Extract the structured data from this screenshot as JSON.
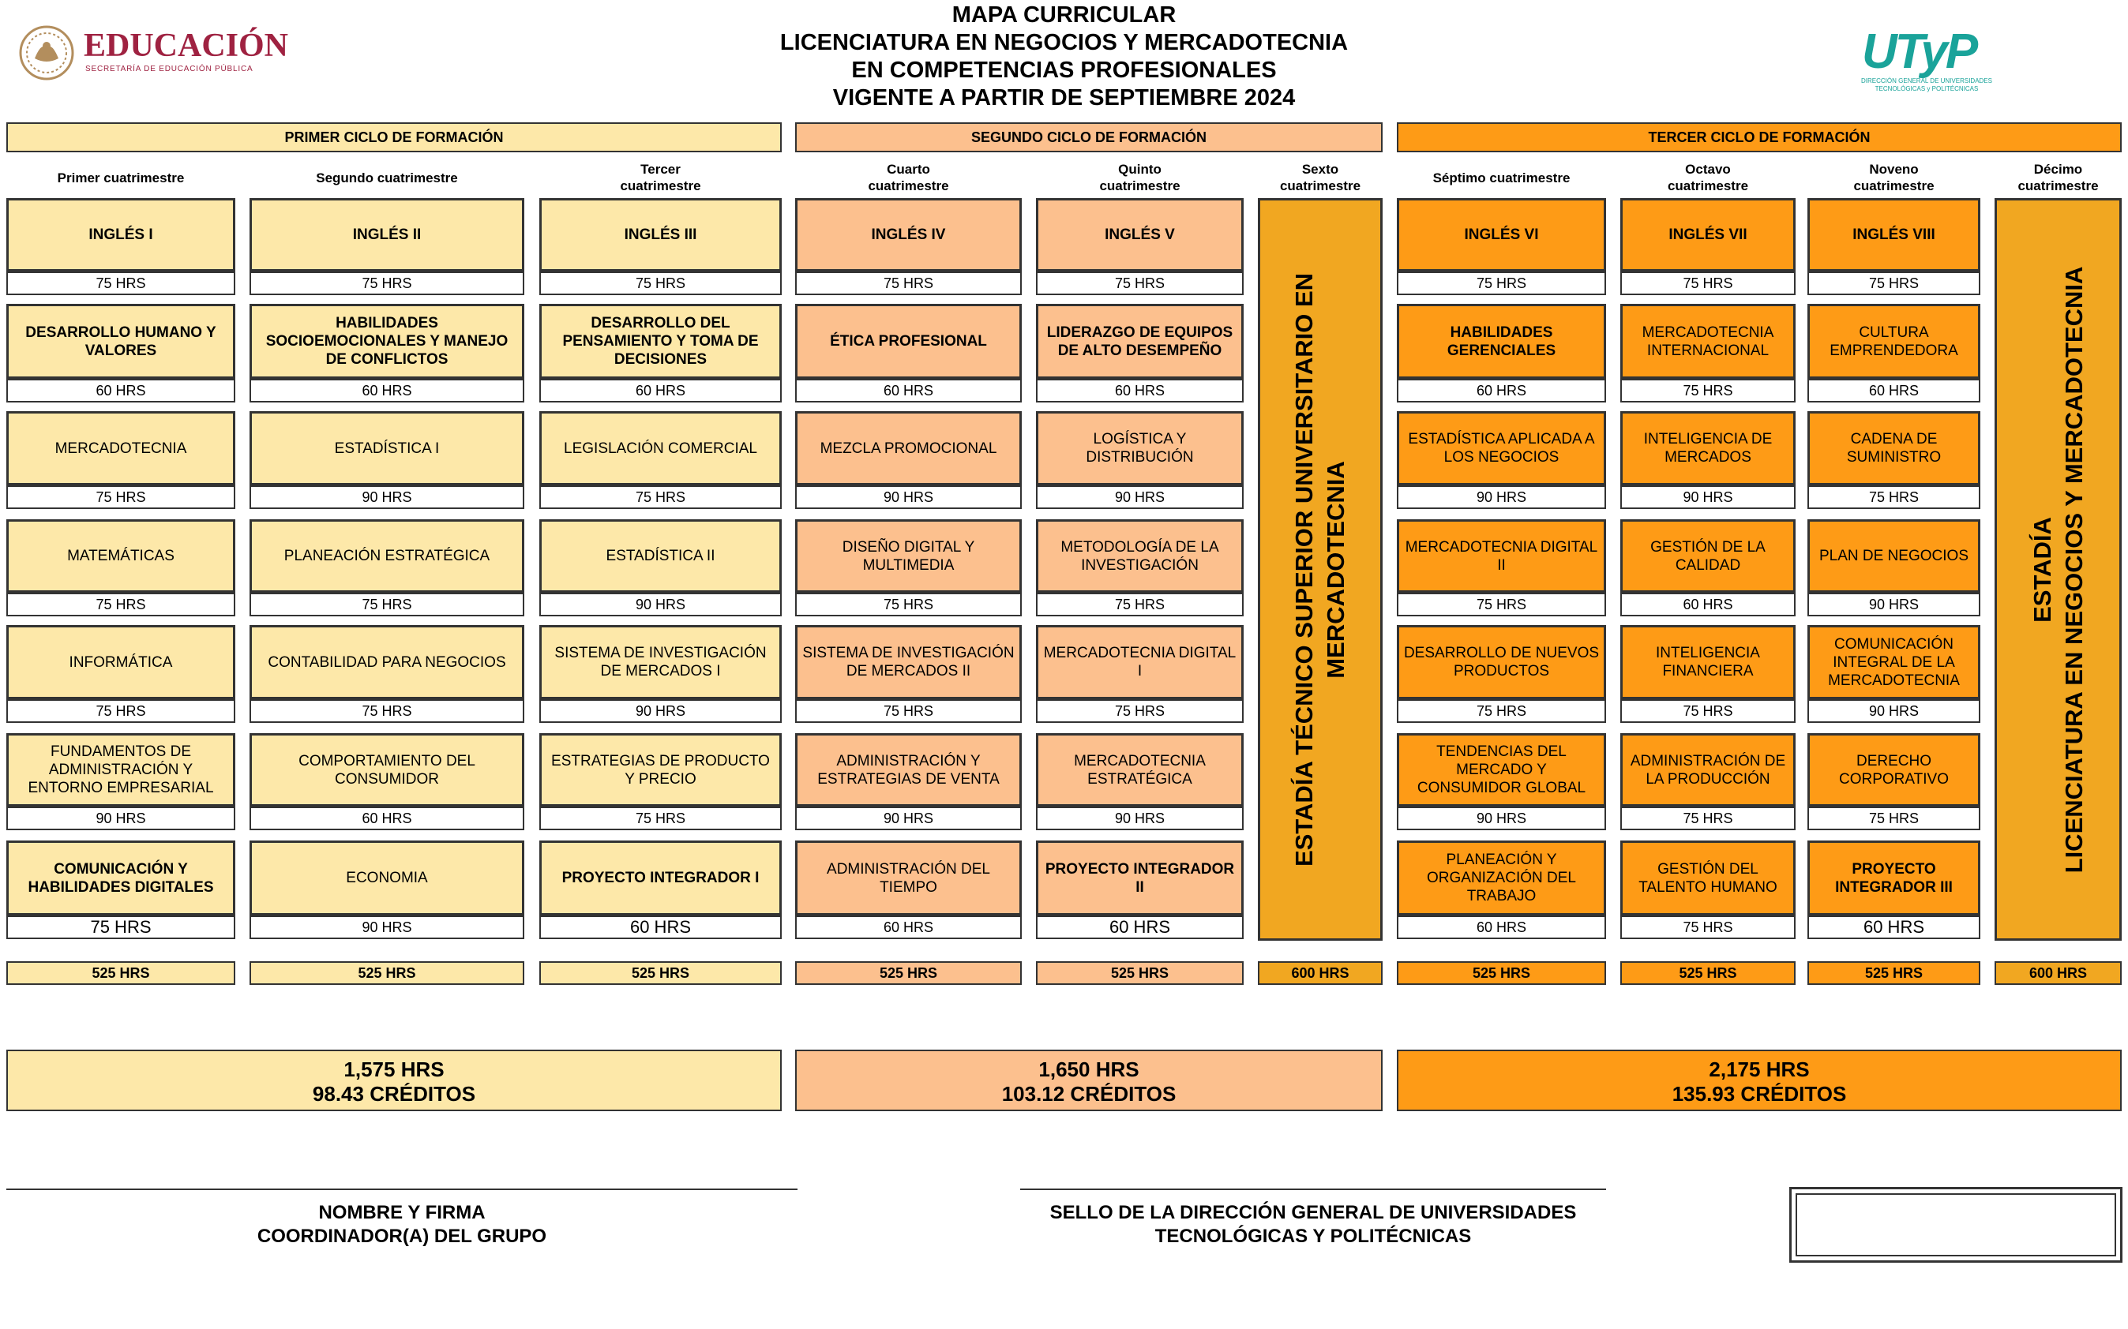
{
  "header": {
    "logo_left_text": "EDUCACIÓN",
    "logo_left_sub": "SECRETARÍA DE EDUCACIÓN PÚBLICA",
    "title_lines": [
      "MAPA CURRICULAR",
      "LICENCIATURA EN NEGOCIOS Y MERCADOTECNIA",
      "EN COMPETENCIAS PROFESIONALES",
      "VIGENTE A PARTIR DE SEPTIEMBRE 2024"
    ],
    "logo_right_text": "UTyP",
    "logo_right_sub1": "DIRECCIÓN GENERAL DE UNIVERSIDADES",
    "logo_right_sub2": "TECNOLÓGICAS y POLITÉCNICAS"
  },
  "cycles": [
    "PRIMER CICLO DE FORMACIÓN",
    "SEGUNDO CICLO DE FORMACIÓN",
    "TERCER CICLO DE FORMACIÓN"
  ],
  "semesters": [
    "Primer cuatrimestre",
    "Segundo cuatrimestre",
    "Tercer\ncuatrimestre",
    "Cuarto\ncuatrimestre",
    "Quinto\ncuatrimestre",
    "Sexto\ncuatrimestre",
    "Séptimo cuatrimestre",
    "Octavo\ncuatrimestre",
    "Noveno\ncuatrimestre",
    "Décimo\ncuatrimestre"
  ],
  "columns": [
    {
      "subjects": [
        {
          "name": "INGLÉS I",
          "hours": "75 HRS",
          "bold": true
        },
        {
          "name": "DESARROLLO HUMANO Y VALORES",
          "hours": "60 HRS",
          "bold": true
        },
        {
          "name": "MERCADOTECNIA",
          "hours": "75 HRS",
          "bold": false
        },
        {
          "name": "MATEMÁTICAS",
          "hours": "75 HRS",
          "bold": false
        },
        {
          "name": "INFORMÁTICA",
          "hours": "75 HRS",
          "bold": false
        },
        {
          "name": "FUNDAMENTOS DE ADMINISTRACIÓN Y ENTORNO EMPRESARIAL",
          "hours": "90 HRS",
          "bold": false
        },
        {
          "name": "COMUNICACIÓN Y HABILIDADES DIGITALES",
          "hours": "75 HRS",
          "bold": true
        }
      ],
      "total": "525 HRS"
    },
    {
      "subjects": [
        {
          "name": "INGLÉS II",
          "hours": "75 HRS",
          "bold": true
        },
        {
          "name": "HABILIDADES SOCIOEMOCIONALES Y MANEJO DE CONFLICTOS",
          "hours": "60 HRS",
          "bold": true
        },
        {
          "name": "ESTADÍSTICA I",
          "hours": "90 HRS",
          "bold": false
        },
        {
          "name": "PLANEACIÓN ESTRATÉGICA",
          "hours": "75 HRS",
          "bold": false
        },
        {
          "name": "CONTABILIDAD PARA  NEGOCIOS",
          "hours": "75 HRS",
          "bold": false
        },
        {
          "name": "COMPORTAMIENTO DEL CONSUMIDOR",
          "hours": "60 HRS",
          "bold": false
        },
        {
          "name": "ECONOMIA",
          "hours": "90 HRS",
          "bold": false
        }
      ],
      "total": "525 HRS"
    },
    {
      "subjects": [
        {
          "name": "INGLÉS III",
          "hours": "75 HRS",
          "bold": true
        },
        {
          "name": "DESARROLLO DEL PENSAMIENTO Y TOMA DE DECISIONES",
          "hours": "60 HRS",
          "bold": true
        },
        {
          "name": "LEGISLACIÓN  COMERCIAL",
          "hours": "75 HRS",
          "bold": false
        },
        {
          "name": "ESTADÍSTICA II",
          "hours": "90 HRS",
          "bold": false
        },
        {
          "name": "SISTEMA DE INVESTIGACIÓN DE MERCADOS I",
          "hours": "90 HRS",
          "bold": false
        },
        {
          "name": "ESTRATEGIAS DE PRODUCTO Y PRECIO",
          "hours": "75 HRS",
          "bold": false
        },
        {
          "name": "PROYECTO INTEGRADOR I",
          "hours": "60 HRS",
          "bold": true
        }
      ],
      "total": "525 HRS"
    },
    {
      "subjects": [
        {
          "name": "INGLÉS IV",
          "hours": "75 HRS",
          "bold": true
        },
        {
          "name": "ÉTICA PROFESIONAL",
          "hours": "60 HRS",
          "bold": true
        },
        {
          "name": "MEZCLA PROMOCIONAL",
          "hours": "90 HRS",
          "bold": false
        },
        {
          "name": "DISEÑO DIGITAL Y MULTIMEDIA",
          "hours": "75 HRS",
          "bold": false
        },
        {
          "name": "SISTEMA DE INVESTIGACIÓN DE MERCADOS II",
          "hours": "75 HRS",
          "bold": false
        },
        {
          "name": "ADMINISTRACIÓN Y ESTRATEGIAS DE VENTA",
          "hours": "90 HRS",
          "bold": false
        },
        {
          "name": "ADMINISTRACIÓN DEL TIEMPO",
          "hours": "60 HRS",
          "bold": false
        }
      ],
      "total": "525 HRS"
    },
    {
      "subjects": [
        {
          "name": "INGLÉS V",
          "hours": "75 HRS",
          "bold": true
        },
        {
          "name": "LIDERAZGO DE EQUIPOS DE ALTO DESEMPEÑO",
          "hours": "60 HRS",
          "bold": true
        },
        {
          "name": "LOGÍSTICA Y DISTRIBUCIÓN",
          "hours": "90 HRS",
          "bold": false
        },
        {
          "name": "METODOLOGÍA DE LA INVESTIGACIÓN",
          "hours": "75 HRS",
          "bold": false
        },
        {
          "name": "MERCADOTECNIA DIGITAL I",
          "hours": "75 HRS",
          "bold": false
        },
        {
          "name": "MERCADOTECNIA ESTRATÉGICA",
          "hours": "90 HRS",
          "bold": false
        },
        {
          "name": "PROYECTO INTEGRADOR II",
          "hours": "60 HRS",
          "bold": true
        }
      ],
      "total": "525 HRS"
    },
    {
      "stay": [
        "ESTADÍA TÉCNICO SUPERIOR UNIVERSITARIO EN",
        "MERCADOTECNIA"
      ],
      "total": "600 HRS"
    },
    {
      "subjects": [
        {
          "name": "INGLÉS VI",
          "hours": "75 HRS",
          "bold": true
        },
        {
          "name": "HABILIDADES GERENCIALES",
          "hours": "60 HRS",
          "bold": true
        },
        {
          "name": "ESTADÍSTICA APLICADA A LOS NEGOCIOS",
          "hours": "90 HRS",
          "bold": false
        },
        {
          "name": "MERCADOTECNIA DIGITAL II",
          "hours": "75 HRS",
          "bold": false
        },
        {
          "name": "DESARROLLO DE NUEVOS PRODUCTOS",
          "hours": "75 HRS",
          "bold": false
        },
        {
          "name": "TENDENCIAS DEL MERCADO Y CONSUMIDOR GLOBAL",
          "hours": "90 HRS",
          "bold": false
        },
        {
          "name": "PLANEACIÓN Y ORGANIZACIÓN DEL TRABAJO",
          "hours": "60 HRS",
          "bold": false
        }
      ],
      "total": "525 HRS"
    },
    {
      "subjects": [
        {
          "name": "INGLÉS VII",
          "hours": "75 HRS",
          "bold": true
        },
        {
          "name": "MERCADOTECNIA INTERNACIONAL",
          "hours": "75 HRS",
          "bold": false
        },
        {
          "name": "INTELIGENCIA DE MERCADOS",
          "hours": "90 HRS",
          "bold": false
        },
        {
          "name": "GESTIÓN DE LA CALIDAD",
          "hours": "60 HRS",
          "bold": false
        },
        {
          "name": "INTELIGENCIA FINANCIERA",
          "hours": "75 HRS",
          "bold": false
        },
        {
          "name": "ADMINISTRACIÓN DE LA PRODUCCIÓN",
          "hours": "75 HRS",
          "bold": false
        },
        {
          "name": "GESTIÓN DEL TALENTO HUMANO",
          "hours": "75 HRS",
          "bold": false
        }
      ],
      "total": "525 HRS"
    },
    {
      "subjects": [
        {
          "name": "INGLÉS  VIII",
          "hours": "75 HRS",
          "bold": true
        },
        {
          "name": "CULTURA EMPRENDEDORA",
          "hours": "60 HRS",
          "bold": false
        },
        {
          "name": "CADENA DE SUMINISTRO",
          "hours": "75 HRS",
          "bold": false
        },
        {
          "name": "PLAN DE NEGOCIOS",
          "hours": "90 HRS",
          "bold": false
        },
        {
          "name": "COMUNICACIÓN INTEGRAL DE LA MERCADOTECNIA",
          "hours": "90 HRS",
          "bold": false
        },
        {
          "name": "DERECHO CORPORATIVO",
          "hours": "75 HRS",
          "bold": false
        },
        {
          "name": "PROYECTO INTEGRADOR III",
          "hours": "60 HRS",
          "bold": true
        }
      ],
      "total": "525 HRS"
    },
    {
      "stay": [
        "ESTADÍA",
        "LICENCIATURA EN NEGOCIOS Y MERCADOTECNIA"
      ],
      "total": "600 HRS"
    }
  ],
  "grand_totals": [
    {
      "hours": "1,575 HRS",
      "credits": "98.43 CRÉDITOS"
    },
    {
      "hours": "1,650 HRS",
      "credits": "103.12 CRÉDITOS"
    },
    {
      "hours": "2,175 HRS",
      "credits": "135.93 CRÉDITOS"
    }
  ],
  "signatures": {
    "left": [
      "NOMBRE Y FIRMA",
      "COORDINADOR(A) DEL GRUPO"
    ],
    "right": [
      "SELLO DE LA DIRECCIÓN GENERAL DE UNIVERSIDADES",
      "TECNOLÓGICAS Y POLITÉCNICAS"
    ]
  }
}
